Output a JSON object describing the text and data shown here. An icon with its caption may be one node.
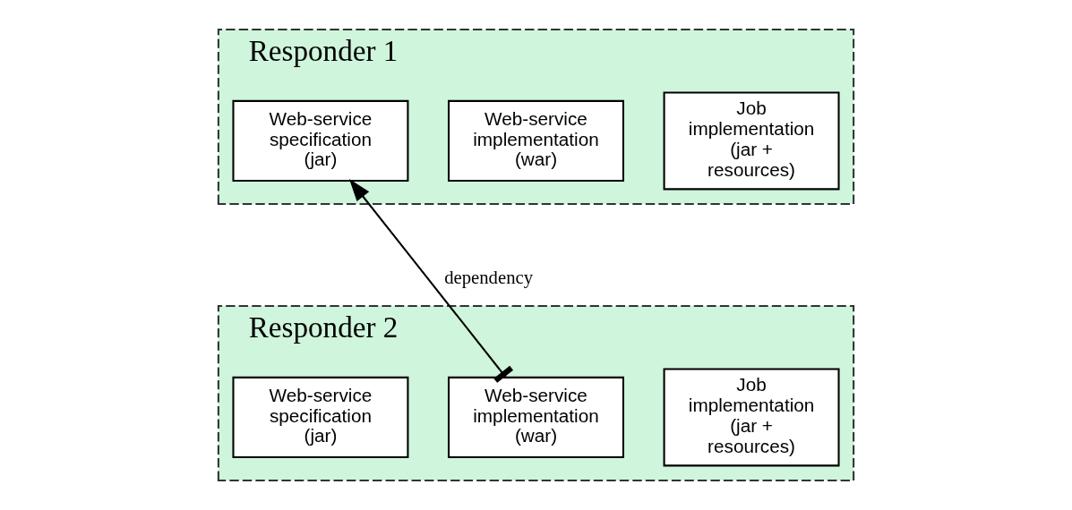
{
  "diagram": {
    "nodes": [
      {
        "text": [
          "Responder 1"
        ]
      },
      {
        "text": [
          "Web-service specification (jar)"
        ],
        "in": 0
      },
      {
        "text": [
          "Web-service implementation (war)"
        ],
        "in": 0
      },
      {
        "text": [
          "Job implementation (jar + resources)"
        ],
        "in": 0
      },
      {
        "text": [
          "Responder 2"
        ]
      },
      {
        "text": [
          "Web-service specification (jar)"
        ],
        "in": 4
      },
      {
        "text": [
          "Web-service implementation (war)"
        ],
        "in": 4
      },
      {
        "text": [
          "Job implementation (jar + resources)"
        ],
        "in": 4
      }
    ],
    "edges": [
      {
        "from": 6,
        "to": 1,
        "arrow": "to",
        "label": "dependency"
      }
    ]
  }
}
